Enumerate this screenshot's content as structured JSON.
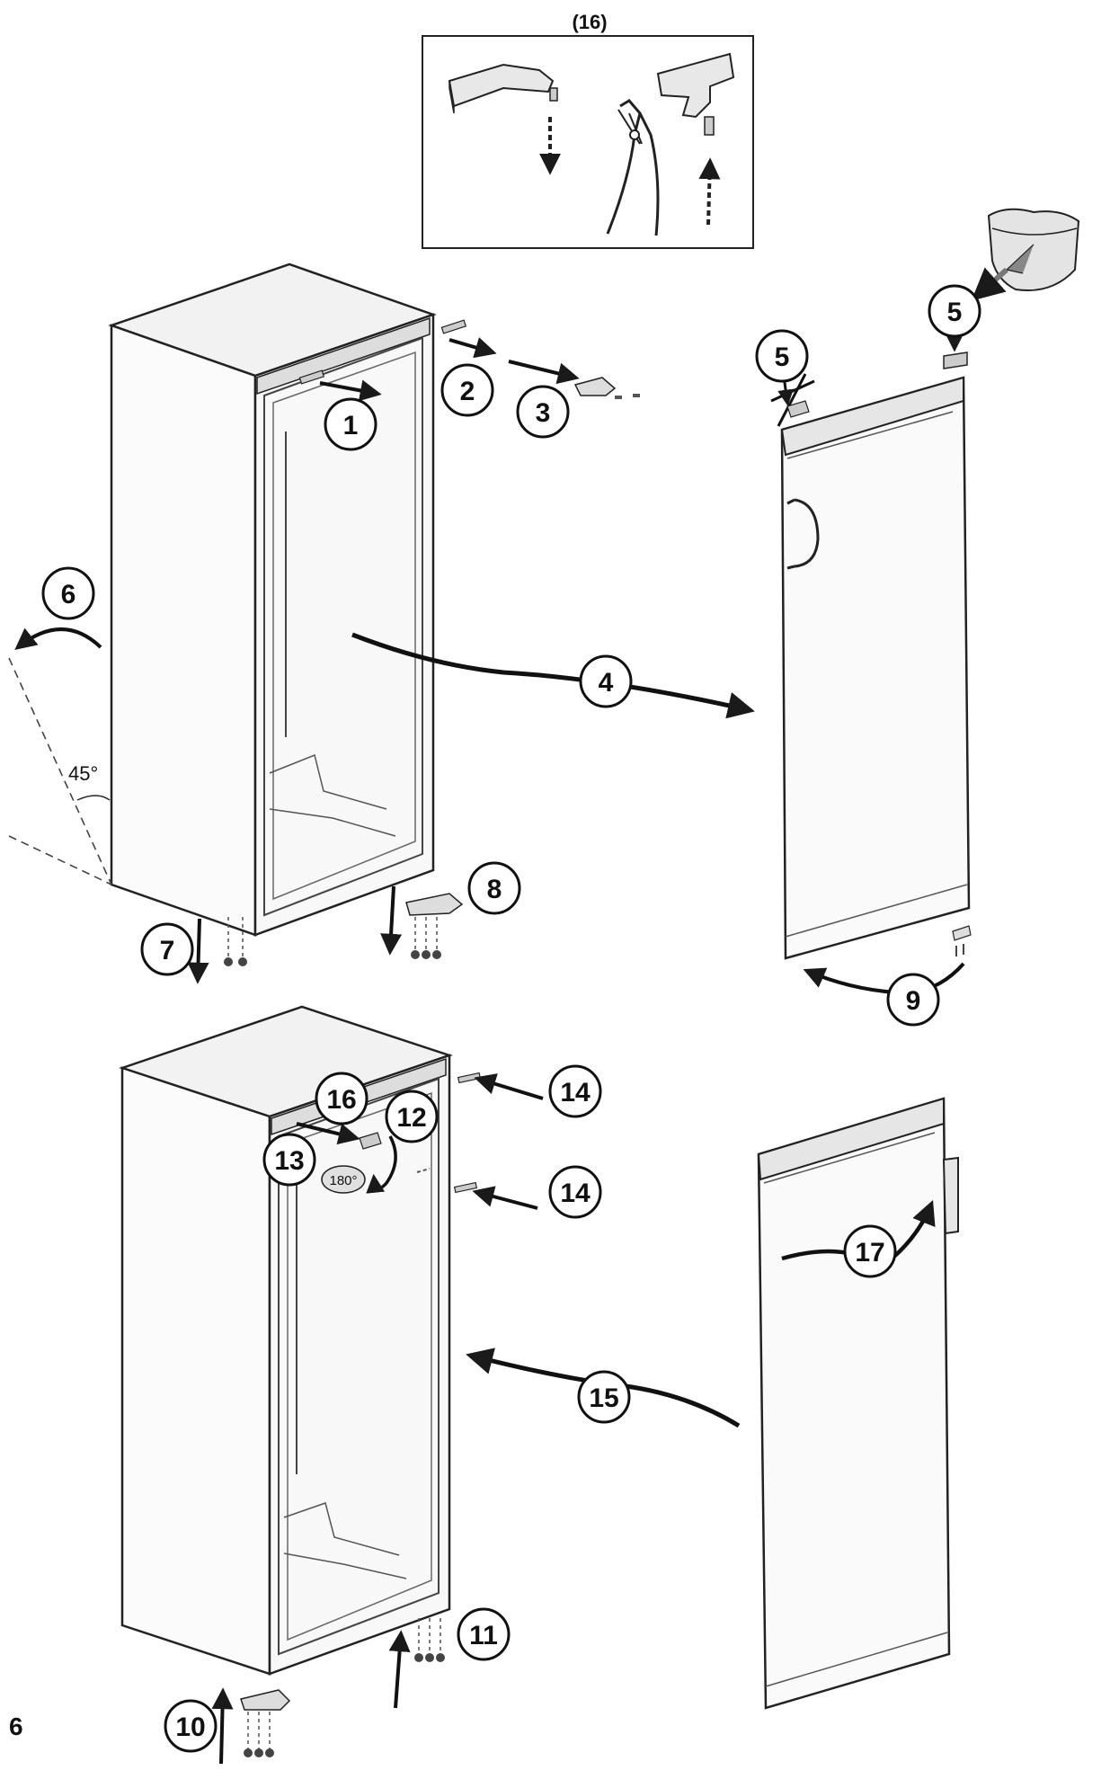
{
  "inset": {
    "title": "(16)"
  },
  "steps": {
    "s1": "1",
    "s2": "2",
    "s3": "3",
    "s4": "4",
    "s5a": "5",
    "s5b": "5",
    "s6": "6",
    "s7": "7",
    "s8": "8",
    "s9": "9",
    "s10": "10",
    "s11": "11",
    "s12": "12",
    "s13": "13",
    "s14a": "14",
    "s14b": "14",
    "s15": "15",
    "s16": "16",
    "s17": "17"
  },
  "angle_label": "45°",
  "rotation_label": "180°",
  "page_number": "6",
  "colors": {
    "line": "#222222",
    "fill_light": "#f4f4f4",
    "fill_mid": "#d9d9d9",
    "arrow": "#1a1a1a"
  }
}
